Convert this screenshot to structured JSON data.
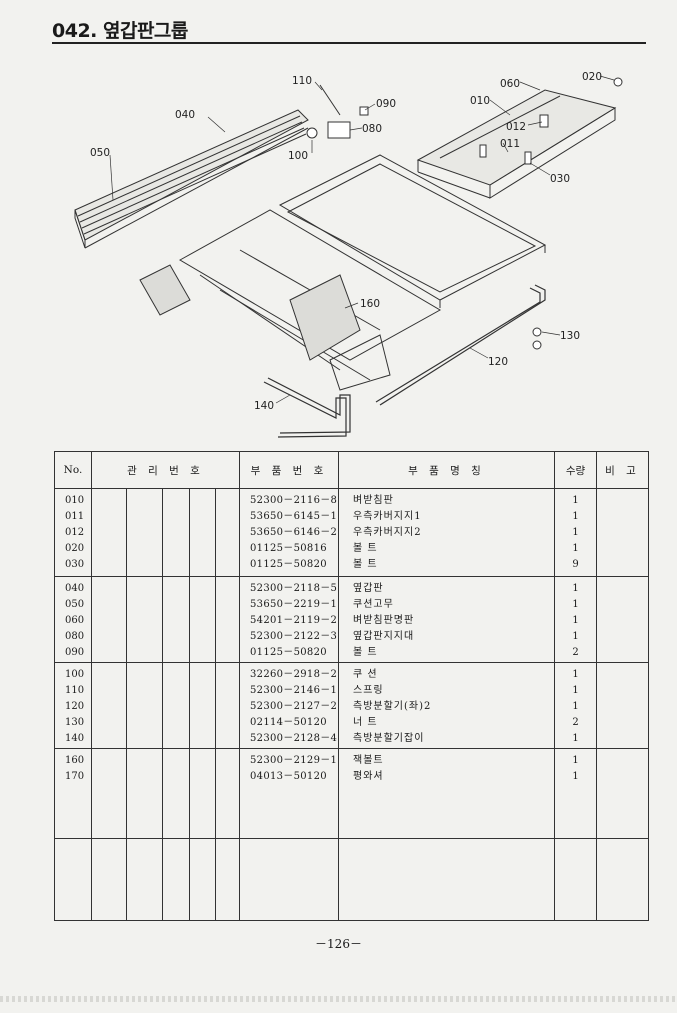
{
  "header": {
    "title": "042. 옆갑판그룹"
  },
  "diagram": {
    "callouts": [
      "110",
      "090",
      "040",
      "080",
      "050",
      "100",
      "060",
      "020",
      "010",
      "012",
      "011",
      "030",
      "160",
      "130",
      "120",
      "140"
    ]
  },
  "table": {
    "headers": {
      "no": "No.",
      "mgmt_no": "관 리 번 호",
      "part_no": "부 품 번 호",
      "part_name": "부 품 명 칭",
      "qty": "수량",
      "remarks": "비 고"
    },
    "groups": [
      {
        "nos": [
          "010",
          "011",
          "012",
          "020",
          "030"
        ],
        "part_nos": [
          "52300－2116－8",
          "53650－6145－1",
          "53650－6146－2",
          "01125－50816",
          "01125－50820"
        ],
        "names": [
          "벼받침판",
          "우측카버지지1",
          "우측카버지지2",
          "볼 트",
          "볼 트"
        ],
        "qtys": [
          "1",
          "1",
          "1",
          "1",
          "9"
        ]
      },
      {
        "nos": [
          "040",
          "050",
          "060",
          "080",
          "090"
        ],
        "part_nos": [
          "52300－2118－5",
          "53650－2219－1",
          "54201－2119－2",
          "52300－2122－3",
          "01125－50820"
        ],
        "names": [
          "옆갑판",
          "쿠션고무",
          "벼받침판명판",
          "옆갑판지지대",
          "볼 트"
        ],
        "qtys": [
          "1",
          "1",
          "1",
          "1",
          "2"
        ]
      },
      {
        "nos": [
          "100",
          "110",
          "120",
          "130",
          "140"
        ],
        "part_nos": [
          "32260－2918－2",
          "52300－2146－1",
          "52300－2127－2",
          "02114－50120",
          "52300－2128－4"
        ],
        "names": [
          "쿠 션",
          "스프링",
          "측방분할기(좌)2",
          "너 트",
          "측방분할기잡이"
        ],
        "qtys": [
          "1",
          "1",
          "1",
          "2",
          "1"
        ]
      },
      {
        "nos": [
          "160",
          "170"
        ],
        "part_nos": [
          "52300－2129－1",
          "04013－50120"
        ],
        "names": [
          "잭볼트",
          "평와셔"
        ],
        "qtys": [
          "1",
          "1"
        ]
      },
      {
        "nos": [],
        "part_nos": [],
        "names": [],
        "qtys": []
      }
    ]
  },
  "footer": {
    "page_number": "－126－"
  }
}
